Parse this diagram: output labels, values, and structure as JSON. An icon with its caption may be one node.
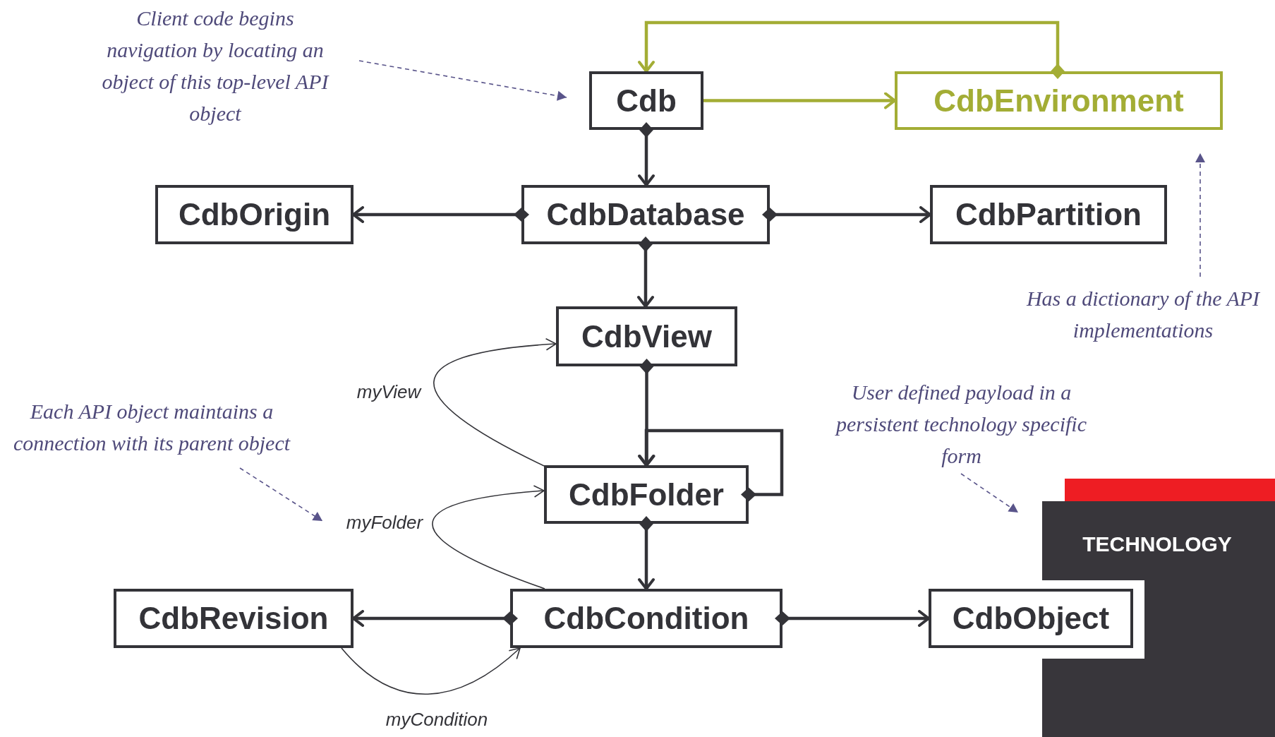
{
  "diagram": {
    "nodes": [
      {
        "text": [
          "Client code begins navigation by locating an object of this top-level API object"
        ]
      },
      {
        "text": [
          "Cdb"
        ]
      },
      {
        "text": [
          "CdbEnvironment"
        ]
      },
      {
        "text": [
          "CdbOrigin"
        ]
      },
      {
        "text": [
          "CdbDatabase"
        ]
      },
      {
        "text": [
          "CdbPartition"
        ]
      },
      {
        "text": [
          "Has a dictionary of the API implementations"
        ]
      },
      {
        "text": [
          "CdbView"
        ]
      },
      {
        "text": [
          "Each API object maintains a connection with its parent object"
        ]
      },
      {
        "text": [
          "User defined payload in a persistent technology specific form"
        ]
      },
      {
        "text": [
          "CdbFolder"
        ]
      },
      {
        "text": [
          "CdbRevision"
        ]
      },
      {
        "text": [
          "CdbCondition"
        ]
      },
      {
        "text": [
          "CdbObject"
        ]
      }
    ],
    "edges": [
      {
        "from": 1,
        "to": 2,
        "arrow": "to",
        "color": "#a3ad35"
      },
      {
        "from": 2,
        "to": 1,
        "arrow": "to",
        "color": "#a3ad35"
      },
      {
        "from": 1,
        "to": 4,
        "arrow": "to"
      },
      {
        "from": 4,
        "to": 3,
        "arrow": "to"
      },
      {
        "from": 4,
        "to": 5,
        "arrow": "to"
      },
      {
        "from": 4,
        "to": 7,
        "arrow": "to"
      },
      {
        "from": 7,
        "to": 10,
        "arrow": "to"
      },
      {
        "from": 10,
        "to": 10,
        "arrow": "to"
      },
      {
        "from": 10,
        "to": 12,
        "arrow": "to"
      },
      {
        "from": 12,
        "to": 11,
        "arrow": "to"
      },
      {
        "from": 12,
        "to": 13,
        "arrow": "to"
      },
      {
        "from": 10,
        "to": 7,
        "arrow": "to",
        "label": "myView"
      },
      {
        "from": 12,
        "to": 10,
        "arrow": "to",
        "label": "myFolder"
      },
      {
        "from": 11,
        "to": 12,
        "arrow": "to",
        "label": "myCondition"
      },
      {
        "from": 0,
        "to": 1,
        "arrow": "to",
        "style": "dashed",
        "color": "#59548a"
      },
      {
        "from": 6,
        "to": 2,
        "arrow": "to",
        "style": "dashed",
        "color": "#59548a"
      },
      {
        "from": 8,
        "to": null,
        "arrow": "to",
        "style": "dashed",
        "color": "#59548a"
      },
      {
        "from": 9,
        "to": null,
        "arrow": "to",
        "style": "dashed",
        "color": "#59548a"
      }
    ],
    "labels": [
      "TECHNOLOGY"
    ]
  }
}
